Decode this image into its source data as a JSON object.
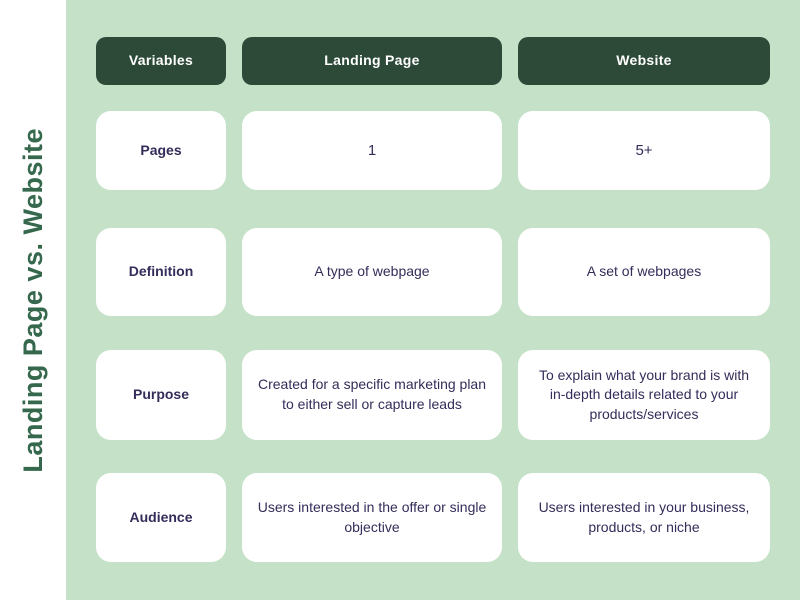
{
  "page": {
    "title": "Landing Page vs. Website",
    "colors": {
      "background_green": "#c5e2c8",
      "sidebar_white": "#ffffff",
      "header_green": "#2d4a39",
      "header_text": "#ffffff",
      "title_green": "#35684c",
      "body_text_purple": "#332d5a"
    }
  },
  "chart_data": {
    "type": "table",
    "title": "Landing Page vs. Website",
    "columns": [
      "Variables",
      "Landing Page",
      "Website"
    ],
    "rows": [
      {
        "variable": "Pages",
        "landing_page": "1",
        "website": "5+"
      },
      {
        "variable": "Definition",
        "landing_page": "A type of webpage",
        "website": "A set of webpages"
      },
      {
        "variable": "Purpose",
        "landing_page": "Created for a specific marketing plan to either sell or capture leads",
        "website": "To explain what your brand is with in-depth details related to your products/services"
      },
      {
        "variable": "Audience",
        "landing_page": "Users interested in the offer or single objective",
        "website": "Users interested in your business, products, or niche"
      }
    ]
  }
}
